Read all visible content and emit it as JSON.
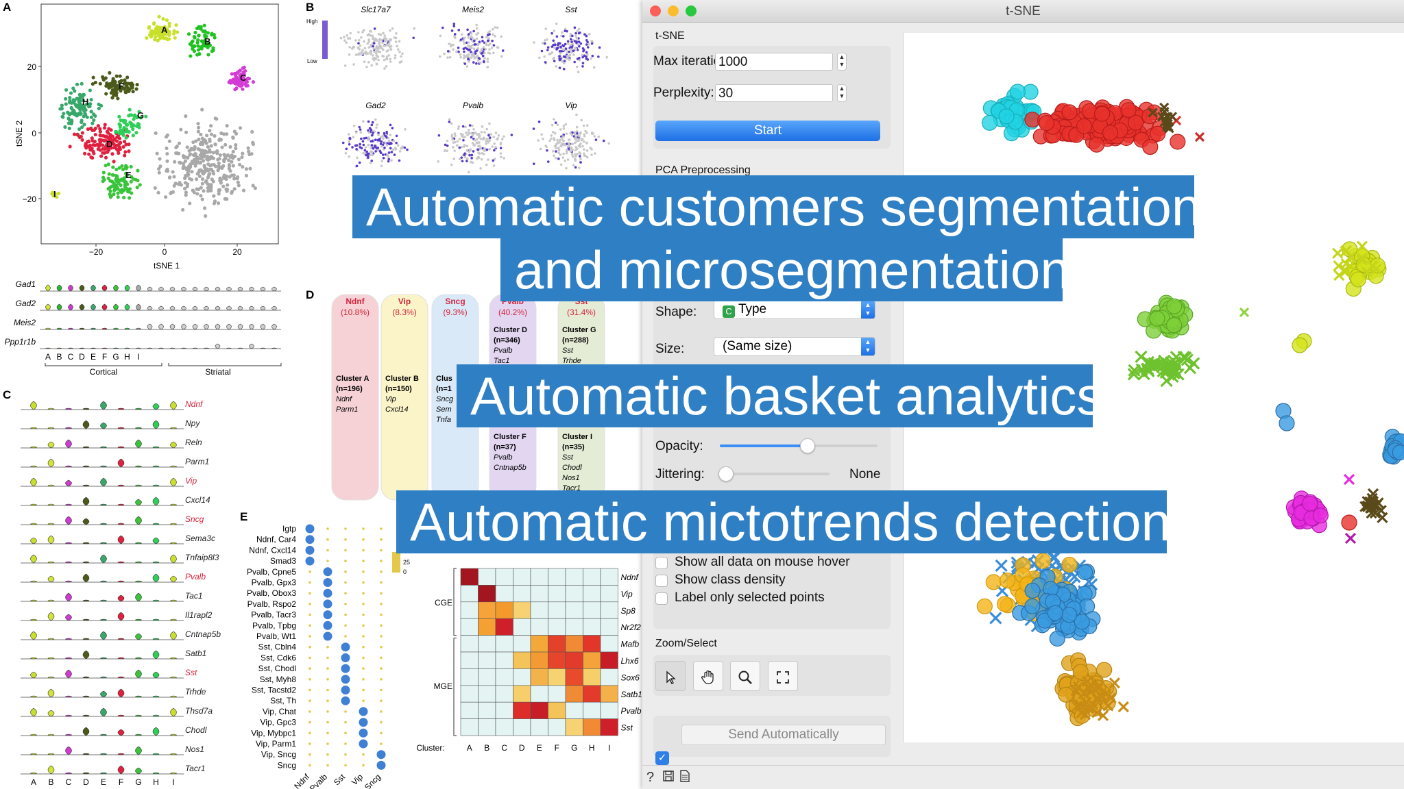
{
  "window": {
    "title": "t-SNE",
    "traffic_lights": {
      "close": "#fc5f57",
      "minimize": "#fdbc2e",
      "zoom": "#28c840"
    }
  },
  "tsne": {
    "section": "t-SNE",
    "max_iterations_label": "Max iterations:",
    "max_iterations_value": "1000",
    "perplexity_label": "Perplexity:",
    "perplexity_value": "30",
    "start_button": "Start"
  },
  "pca": {
    "section": "PCA Preprocessing"
  },
  "plot_props": {
    "shape_label": "Shape:",
    "shape_value": "Type",
    "shape_badge": "C",
    "size_label": "Size:",
    "size_value": "(Same size)",
    "opacity_label": "Opacity:",
    "opacity_level": 0.55,
    "jittering_label": "Jittering:",
    "jittering_value": "None"
  },
  "checkboxes": [
    {
      "label": "Show all data on mouse hover",
      "checked": false
    },
    {
      "label": "Show class density",
      "checked": false
    },
    {
      "label": "Label only selected points",
      "checked": false
    }
  ],
  "zoom_select": {
    "section": "Zoom/Select",
    "tools": [
      "pointer-icon",
      "hand-icon",
      "magnifier-icon",
      "fit-icon"
    ]
  },
  "send": {
    "label": "Send Automatically",
    "checked": true
  },
  "statusbar_icons": [
    "help-icon",
    "save-icon",
    "report-icon"
  ],
  "banners": [
    {
      "text": "Automatic customers segmentation"
    },
    {
      "text": "and microsegmentation"
    },
    {
      "text": "Automatic basket analytics"
    },
    {
      "text": "Automatic mictotrends detection"
    }
  ],
  "figure": {
    "panel_a": {
      "letter": "A",
      "clusters": [
        "A",
        "B",
        "C",
        "D",
        "E",
        "F",
        "G",
        "H",
        "I"
      ],
      "y_ticks": [
        "20",
        "0",
        "−20"
      ],
      "x_ticks": [
        "−20",
        "0",
        "20"
      ],
      "xlabel": "tSNE 1",
      "ylabel": "tSNE 2"
    },
    "panel_a_violin": {
      "genes": [
        "Gad1",
        "Gad2",
        "Meis2",
        "Ppp1r1b"
      ],
      "letters": [
        "A",
        "B",
        "C",
        "D",
        "E",
        "F",
        "G",
        "H",
        "I"
      ],
      "cortical": "Cortical",
      "striatal": "Striatal"
    },
    "panel_b": {
      "letter": "B",
      "genes": [
        "Slc17a7",
        "Meis2",
        "Sst",
        "Gad2",
        "Pvalb",
        "Vip"
      ],
      "high": "High",
      "low": "Low"
    },
    "panel_c": {
      "letter": "C",
      "genes": [
        {
          "name": "Ndnf",
          "red": true
        },
        {
          "name": "Npy",
          "red": false
        },
        {
          "name": "Reln",
          "red": false
        },
        {
          "name": "Parm1",
          "red": false
        },
        {
          "name": "Vip",
          "red": true
        },
        {
          "name": "Cxcl14",
          "red": false
        },
        {
          "name": "Sncg",
          "red": true
        },
        {
          "name": "Sema3c",
          "red": false
        },
        {
          "name": "Tnfaip8l3",
          "red": false
        },
        {
          "name": "Pvalb",
          "red": true
        },
        {
          "name": "Tac1",
          "red": false
        },
        {
          "name": "Il1rapl2",
          "red": false
        },
        {
          "name": "Cntnap5b",
          "red": false
        },
        {
          "name": "Satb1",
          "red": false
        },
        {
          "name": "Sst",
          "red": true
        },
        {
          "name": "Trhde",
          "red": false
        },
        {
          "name": "Thsd7a",
          "red": false
        },
        {
          "name": "Chodl",
          "red": false
        },
        {
          "name": "Nos1",
          "red": false
        },
        {
          "name": "Tacr1",
          "red": false
        }
      ],
      "letters": [
        "A",
        "B",
        "C",
        "D",
        "E",
        "F",
        "G",
        "H",
        "I"
      ]
    },
    "panel_d": {
      "letter": "D",
      "groups": [
        {
          "name": "Ndnf",
          "pct": "(10.8%)",
          "color": "#f6d2d6",
          "clusters": [
            {
              "name": "Cluster A",
              "n": "(n=196)",
              "genes": [
                "Ndnf",
                "Parm1"
              ]
            }
          ]
        },
        {
          "name": "Vip",
          "pct": "(8.3%)",
          "color": "#fbf4c9",
          "clusters": [
            {
              "name": "Cluster B",
              "n": "(n=150)",
              "genes": [
                "Vip",
                "Cxcl14"
              ]
            }
          ]
        },
        {
          "name": "Sncg",
          "pct": "(9.3%)",
          "color": "#d9e9f8",
          "clusters": [
            {
              "name": "Clus",
              "n": "(n=1",
              "genes": [
                "Sncg",
                "Sem",
                "Tnfa"
              ]
            }
          ]
        },
        {
          "name": "Pvalb",
          "pct": "(40.2%)",
          "color": "#e2d6f1",
          "clusters": [
            {
              "name": "Cluster D",
              "n": "(n=346)",
              "genes": [
                "Pvalb",
                "Tac1"
              ]
            },
            {
              "name": "Cluster F",
              "n": "(n=37)",
              "genes": [
                "Pvalb",
                "Cntnap5b"
              ]
            }
          ]
        },
        {
          "name": "Sst",
          "pct": "(31.4%)",
          "color": "#e5ecd6",
          "clusters": [
            {
              "name": "Cluster G",
              "n": "(n=288)",
              "genes": [
                "Sst",
                "Trhde"
              ]
            },
            {
              "name": "Cluster I",
              "n": "(n=35)",
              "genes": [
                "Sst",
                "Chodl",
                "Nos1",
                "Tacr1"
              ]
            }
          ]
        }
      ]
    },
    "panel_e": {
      "letter": "E",
      "rows": [
        "Igtp",
        "Ndnf, Car4",
        "Ndnf, Cxcl14",
        "Smad3",
        "Pvalb, Cpne5",
        "Pvalb, Gpx3",
        "Pvalb, Obox3",
        "Pvalb, Rspo2",
        "Pvalb, Tacr3",
        "Pvalb, Tpbg",
        "Pvalb, Wt1",
        "Sst, Cbln4",
        "Sst, Cdk6",
        "Sst, Chodl",
        "Sst, Myh8",
        "Sst, Tacstd2",
        "Sst, Th",
        "Vip, Chat",
        "Vip, Gpc3",
        "Vip, Mybpc1",
        "Vip, Parm1",
        "Vip, Sncg",
        "Sncg"
      ],
      "cols": [
        "Ndnf",
        "Pvalb",
        "Sst",
        "Vip",
        "Sncg"
      ],
      "scale": [
        "25",
        "0"
      ]
    },
    "heatmap": {
      "group_cge": "CGE",
      "group_mge": "MGE",
      "row_genes": [
        "Ndnf",
        "Vip",
        "Sp8",
        "Nr2f2",
        "Mafb",
        "Lhx6",
        "Sox6",
        "Satb1",
        "Pvalb",
        "Sst"
      ],
      "cluster_label": "Cluster:",
      "cols": [
        "A",
        "B",
        "C",
        "D",
        "E",
        "F",
        "G",
        "H",
        "I"
      ]
    }
  }
}
